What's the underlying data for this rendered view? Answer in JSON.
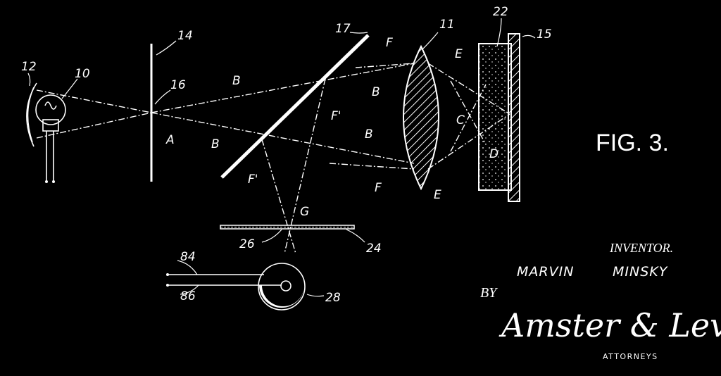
{
  "labels": {
    "n10": "10",
    "n11": "11",
    "n12": "12",
    "n14": "14",
    "n15": "15",
    "n16": "16",
    "n17": "17",
    "n22": "22",
    "n24": "24",
    "n26": "26",
    "n28": "28",
    "n84": "84",
    "n86": "86",
    "A": "A",
    "B1": "B",
    "B2": "B",
    "B3": "B",
    "B4": "B",
    "C": "C",
    "D": "D",
    "E1": "E",
    "E2": "E",
    "F1": "F",
    "F2": "F",
    "Fp1": "F'",
    "Fp2": "F'",
    "G": "G"
  },
  "figure_label": "FIG. 3.",
  "inventor_heading": "INVENTOR.",
  "inventor_name_first": "MARVIN",
  "inventor_name_last": "MINSKY",
  "by_label": "BY",
  "signature": "Amster & Levy",
  "attorneys_label": "ATTORNEYS"
}
